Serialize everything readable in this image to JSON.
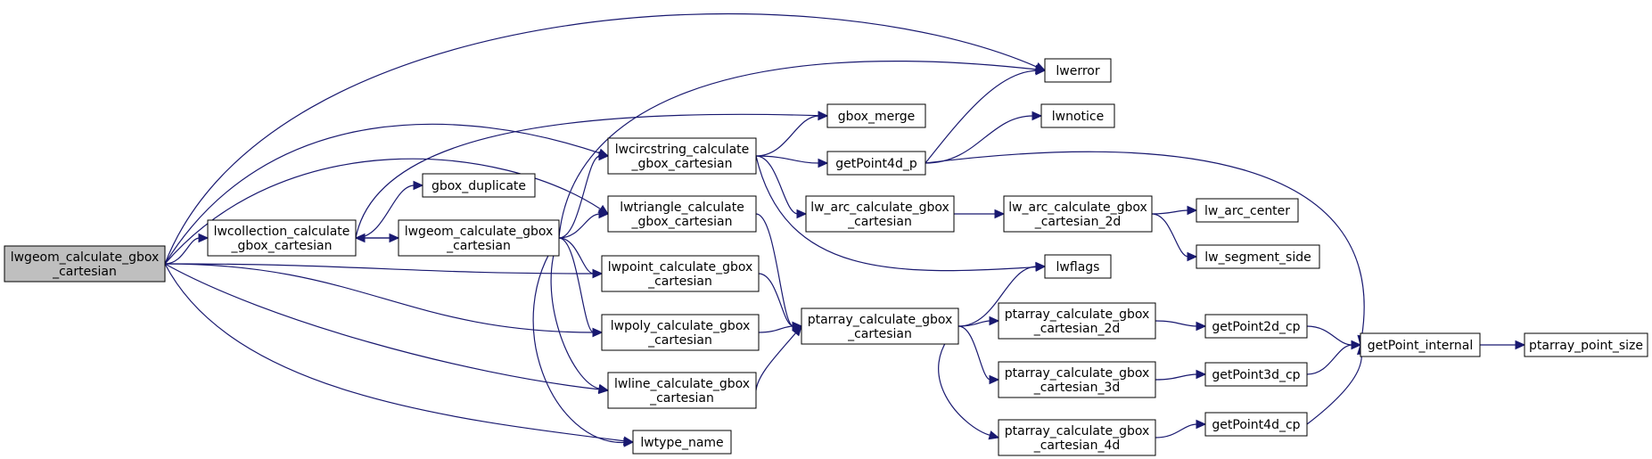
{
  "colors": {
    "node_fill": "#ffffff",
    "root_fill": "#bfbfbf",
    "node_stroke": "#000000",
    "edge": "#191970",
    "background": "#ffffff"
  },
  "nodes": [
    {
      "id": "root",
      "lines": [
        "lwgeom_calculate_gbox",
        "_cartesian"
      ],
      "root": true
    },
    {
      "id": "lwcoll",
      "lines": [
        "lwcollection_calculate",
        "_gbox_cartesian"
      ]
    },
    {
      "id": "lwgeom2",
      "lines": [
        "lwgeom_calculate_gbox",
        "_cartesian"
      ]
    },
    {
      "id": "gbox_duplicate",
      "lines": [
        "gbox_duplicate"
      ]
    },
    {
      "id": "lwcirc",
      "lines": [
        "lwcircstring_calculate",
        "_gbox_cartesian"
      ]
    },
    {
      "id": "lwtri",
      "lines": [
        "lwtriangle_calculate",
        "_gbox_cartesian"
      ]
    },
    {
      "id": "lwpoint",
      "lines": [
        "lwpoint_calculate_gbox",
        "_cartesian"
      ]
    },
    {
      "id": "lwpoly",
      "lines": [
        "lwpoly_calculate_gbox",
        "_cartesian"
      ]
    },
    {
      "id": "lwline",
      "lines": [
        "lwline_calculate_gbox",
        "_cartesian"
      ]
    },
    {
      "id": "lwtype_name",
      "lines": [
        "lwtype_name"
      ]
    },
    {
      "id": "gbox_merge",
      "lines": [
        "gbox_merge"
      ]
    },
    {
      "id": "getPoint4d_p",
      "lines": [
        "getPoint4d_p"
      ]
    },
    {
      "id": "lw_arc_calc",
      "lines": [
        "lw_arc_calculate_gbox",
        "_cartesian"
      ]
    },
    {
      "id": "ptarray_calc",
      "lines": [
        "ptarray_calculate_gbox",
        "_cartesian"
      ]
    },
    {
      "id": "lwerror",
      "lines": [
        "lwerror"
      ]
    },
    {
      "id": "lwnotice",
      "lines": [
        "lwnotice"
      ]
    },
    {
      "id": "lw_arc_calc_2d",
      "lines": [
        "lw_arc_calculate_gbox",
        "_cartesian_2d"
      ]
    },
    {
      "id": "lwflags",
      "lines": [
        "lwflags"
      ]
    },
    {
      "id": "pa_2d",
      "lines": [
        "ptarray_calculate_gbox",
        "_cartesian_2d"
      ]
    },
    {
      "id": "pa_3d",
      "lines": [
        "ptarray_calculate_gbox",
        "_cartesian_3d"
      ]
    },
    {
      "id": "pa_4d",
      "lines": [
        "ptarray_calculate_gbox",
        "_cartesian_4d"
      ]
    },
    {
      "id": "lw_arc_center",
      "lines": [
        "lw_arc_center"
      ]
    },
    {
      "id": "lw_segment_side",
      "lines": [
        "lw_segment_side"
      ]
    },
    {
      "id": "getPoint2d_cp",
      "lines": [
        "getPoint2d_cp"
      ]
    },
    {
      "id": "getPoint3d_cp",
      "lines": [
        "getPoint3d_cp"
      ]
    },
    {
      "id": "getPoint4d_cp",
      "lines": [
        "getPoint4d_cp"
      ]
    },
    {
      "id": "getPoint_internal",
      "lines": [
        "getPoint_internal"
      ]
    },
    {
      "id": "ptarray_point_size",
      "lines": [
        "ptarray_point_size"
      ]
    }
  ],
  "edges": [
    [
      "root",
      "lwcoll"
    ],
    [
      "root",
      "lwcirc"
    ],
    [
      "root",
      "lwtri"
    ],
    [
      "root",
      "lwpoint"
    ],
    [
      "root",
      "lwpoly"
    ],
    [
      "root",
      "lwline"
    ],
    [
      "root",
      "lwtype_name"
    ],
    [
      "root",
      "lwerror"
    ],
    [
      "lwcoll",
      "lwgeom2"
    ],
    [
      "lwgeom2",
      "lwcoll"
    ],
    [
      "lwcoll",
      "gbox_duplicate"
    ],
    [
      "lwcoll",
      "gbox_merge"
    ],
    [
      "lwgeom2",
      "lwcirc"
    ],
    [
      "lwgeom2",
      "lwtri"
    ],
    [
      "lwgeom2",
      "lwpoint"
    ],
    [
      "lwgeom2",
      "lwpoly"
    ],
    [
      "lwgeom2",
      "lwline"
    ],
    [
      "lwgeom2",
      "lwtype_name"
    ],
    [
      "lwgeom2",
      "lwerror"
    ],
    [
      "lwcirc",
      "gbox_merge"
    ],
    [
      "lwcirc",
      "getPoint4d_p"
    ],
    [
      "lwcirc",
      "lw_arc_calc"
    ],
    [
      "lwcirc",
      "lwflags"
    ],
    [
      "lwtri",
      "ptarray_calc"
    ],
    [
      "lwpoint",
      "ptarray_calc"
    ],
    [
      "lwpoly",
      "ptarray_calc"
    ],
    [
      "lwline",
      "ptarray_calc"
    ],
    [
      "getPoint4d_p",
      "lwerror"
    ],
    [
      "getPoint4d_p",
      "lwnotice"
    ],
    [
      "getPoint4d_p",
      "getPoint_internal"
    ],
    [
      "lw_arc_calc",
      "lw_arc_calc_2d"
    ],
    [
      "lw_arc_calc_2d",
      "lw_arc_center"
    ],
    [
      "lw_arc_calc_2d",
      "lw_segment_side"
    ],
    [
      "ptarray_calc",
      "lwflags"
    ],
    [
      "ptarray_calc",
      "pa_2d"
    ],
    [
      "ptarray_calc",
      "pa_3d"
    ],
    [
      "ptarray_calc",
      "pa_4d"
    ],
    [
      "pa_2d",
      "getPoint2d_cp"
    ],
    [
      "pa_3d",
      "getPoint3d_cp"
    ],
    [
      "pa_4d",
      "getPoint4d_cp"
    ],
    [
      "getPoint2d_cp",
      "getPoint_internal"
    ],
    [
      "getPoint3d_cp",
      "getPoint_internal"
    ],
    [
      "getPoint4d_cp",
      "getPoint_internal"
    ],
    [
      "getPoint_internal",
      "ptarray_point_size"
    ]
  ]
}
